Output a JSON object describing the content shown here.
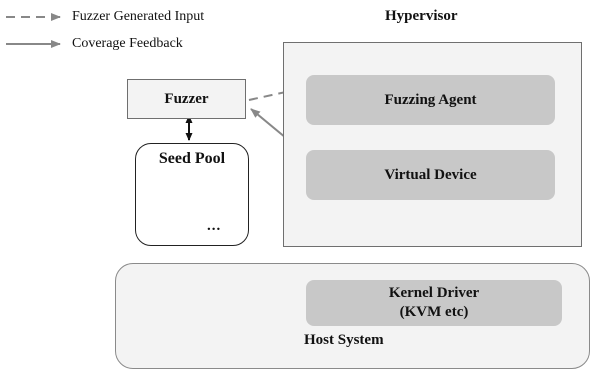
{
  "legend": {
    "dashed_label": "Fuzzer Generated Input",
    "solid_label": "Coverage Feedback"
  },
  "hypervisor": {
    "title": "Hypervisor",
    "fuzzing_agent": "Fuzzing Agent",
    "virtual_device": "Virtual Device"
  },
  "fuzzer": {
    "label": "Fuzzer"
  },
  "seed_pool": {
    "title": "Seed Pool",
    "more": "..."
  },
  "host": {
    "title": "Host System",
    "kernel_driver_line1": "Kernel Driver",
    "kernel_driver_line2": "(KVM etc)"
  },
  "colors": {
    "arrow_gray": "#888888",
    "inner_gray": "#c8c8c8",
    "outer_fill": "#f3f3f3"
  }
}
